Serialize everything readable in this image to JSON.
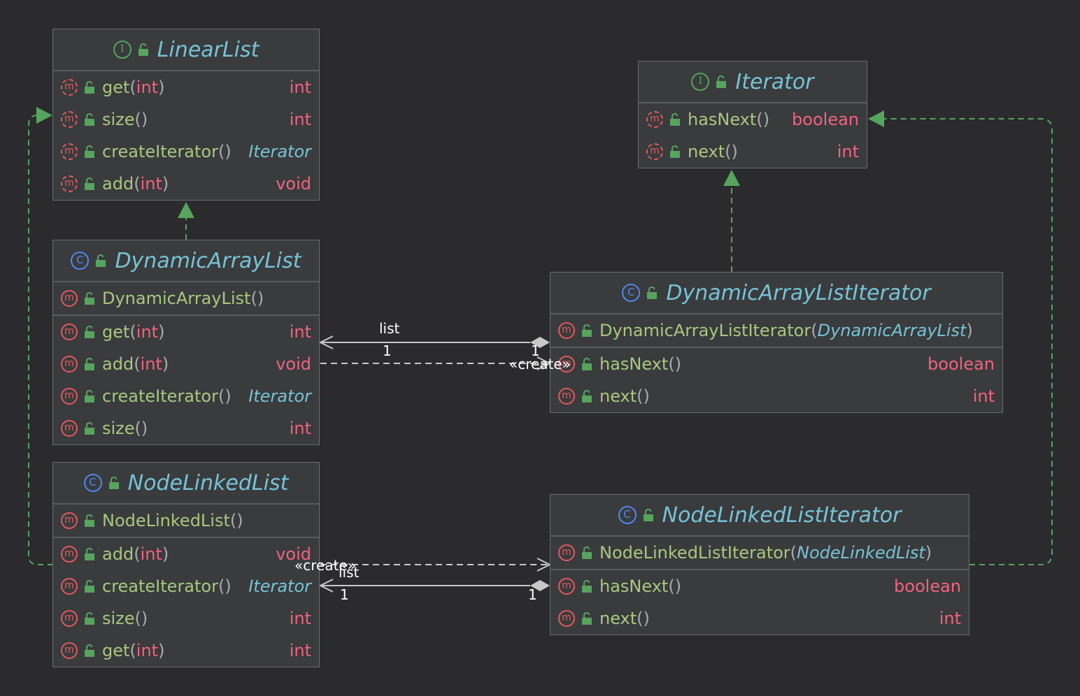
{
  "colors": {
    "background": "#2b2b2d",
    "class_name": "#76c3d6",
    "method_name": "#a8c87f",
    "primitive_type": "#f0637e",
    "method_icon": "#e25a5e",
    "class_icon": "#4e88f0",
    "interface_icon": "#56a45d",
    "implements_edge": "#56a45d",
    "association_edge": "#c9c9c9"
  },
  "boxes": {
    "linearlist": {
      "kind": "interface",
      "icon_letter": "I",
      "name": "LinearList",
      "sections": [
        [
          {
            "icon": "abstract-method",
            "name": "get",
            "open": "(",
            "param": "int",
            "param_kind": "primitive",
            "close": ")",
            "type": "int",
            "type_kind": "primitive"
          },
          {
            "icon": "abstract-method",
            "name": "size",
            "open": "(",
            "param": "",
            "param_kind": "primitive",
            "close": ")",
            "type": "int",
            "type_kind": "primitive"
          },
          {
            "icon": "abstract-method",
            "name": "createIterator",
            "open": "(",
            "param": "",
            "param_kind": "primitive",
            "close": ")",
            "type": "Iterator",
            "type_kind": "class"
          },
          {
            "icon": "abstract-method",
            "name": "add",
            "open": "(",
            "param": "int",
            "param_kind": "primitive",
            "close": ")",
            "type": "void",
            "type_kind": "primitive"
          }
        ]
      ]
    },
    "iterator": {
      "kind": "interface",
      "icon_letter": "I",
      "name": "Iterator",
      "sections": [
        [
          {
            "icon": "abstract-method",
            "name": "hasNext",
            "open": "(",
            "param": "",
            "param_kind": "primitive",
            "close": ")",
            "type": "boolean",
            "type_kind": "primitive"
          },
          {
            "icon": "abstract-method",
            "name": "next",
            "open": "(",
            "param": "",
            "param_kind": "primitive",
            "close": ")",
            "type": "int",
            "type_kind": "primitive"
          }
        ]
      ]
    },
    "dynamicarraylist": {
      "kind": "class",
      "icon_letter": "C",
      "name": "DynamicArrayList",
      "sections": [
        [
          {
            "icon": "method",
            "name": "DynamicArrayList",
            "open": "(",
            "param": "",
            "param_kind": "primitive",
            "close": ")",
            "type": "",
            "type_kind": "primitive"
          }
        ],
        [
          {
            "icon": "method",
            "name": "get",
            "open": "(",
            "param": "int",
            "param_kind": "primitive",
            "close": ")",
            "type": "int",
            "type_kind": "primitive"
          },
          {
            "icon": "method",
            "name": "add",
            "open": "(",
            "param": "int",
            "param_kind": "primitive",
            "close": ")",
            "type": "void",
            "type_kind": "primitive"
          },
          {
            "icon": "method",
            "name": "createIterator",
            "open": "(",
            "param": "",
            "param_kind": "primitive",
            "close": ")",
            "type": "Iterator",
            "type_kind": "class"
          },
          {
            "icon": "method",
            "name": "size",
            "open": "(",
            "param": "",
            "param_kind": "primitive",
            "close": ")",
            "type": "int",
            "type_kind": "primitive"
          }
        ]
      ]
    },
    "dynamicarraylistiterator": {
      "kind": "class",
      "icon_letter": "C",
      "name": "DynamicArrayListIterator",
      "sections": [
        [
          {
            "icon": "method",
            "name": "DynamicArrayListIterator",
            "open": "(",
            "param": "DynamicArrayList",
            "param_kind": "class",
            "close": ")",
            "type": "",
            "type_kind": "primitive"
          }
        ],
        [
          {
            "icon": "method",
            "name": "hasNext",
            "open": "(",
            "param": "",
            "param_kind": "primitive",
            "close": ")",
            "type": "boolean",
            "type_kind": "primitive"
          },
          {
            "icon": "method",
            "name": "next",
            "open": "(",
            "param": "",
            "param_kind": "primitive",
            "close": ")",
            "type": "int",
            "type_kind": "primitive"
          }
        ]
      ]
    },
    "nodelinkedlist": {
      "kind": "class",
      "icon_letter": "C",
      "name": "NodeLinkedList",
      "sections": [
        [
          {
            "icon": "method",
            "name": "NodeLinkedList",
            "open": "(",
            "param": "",
            "param_kind": "primitive",
            "close": ")",
            "type": "",
            "type_kind": "primitive"
          }
        ],
        [
          {
            "icon": "method",
            "name": "add",
            "open": "(",
            "param": "int",
            "param_kind": "primitive",
            "close": ")",
            "type": "void",
            "type_kind": "primitive"
          },
          {
            "icon": "method",
            "name": "createIterator",
            "open": "(",
            "param": "",
            "param_kind": "primitive",
            "close": ")",
            "type": "Iterator",
            "type_kind": "class"
          },
          {
            "icon": "method",
            "name": "size",
            "open": "(",
            "param": "",
            "param_kind": "primitive",
            "close": ")",
            "type": "int",
            "type_kind": "primitive"
          },
          {
            "icon": "method",
            "name": "get",
            "open": "(",
            "param": "int",
            "param_kind": "primitive",
            "close": ")",
            "type": "int",
            "type_kind": "primitive"
          }
        ]
      ]
    },
    "nodelinkedlistiterator": {
      "kind": "class",
      "icon_letter": "C",
      "name": "NodeLinkedListIterator",
      "sections": [
        [
          {
            "icon": "method",
            "name": "NodeLinkedListIterator",
            "open": "(",
            "param": "NodeLinkedList",
            "param_kind": "class",
            "close": ")",
            "type": "",
            "type_kind": "primitive"
          }
        ],
        [
          {
            "icon": "method",
            "name": "hasNext",
            "open": "(",
            "param": "",
            "param_kind": "primitive",
            "close": ")",
            "type": "boolean",
            "type_kind": "primitive"
          },
          {
            "icon": "method",
            "name": "next",
            "open": "(",
            "param": "",
            "param_kind": "primitive",
            "close": ")",
            "type": "int",
            "type_kind": "primitive"
          }
        ]
      ]
    }
  },
  "method_icon_letter": "m",
  "edges": [
    {
      "id": "dal-implements-linearlist",
      "kind": "implements",
      "from": "DynamicArrayList",
      "to": "LinearList"
    },
    {
      "id": "nll-implements-linearlist",
      "kind": "implements",
      "from": "NodeLinkedList",
      "to": "LinearList"
    },
    {
      "id": "dali-implements-iterator",
      "kind": "implements",
      "from": "DynamicArrayListIterator",
      "to": "Iterator"
    },
    {
      "id": "nlli-implements-iterator",
      "kind": "implements",
      "from": "NodeLinkedListIterator",
      "to": "Iterator"
    },
    {
      "id": "dali-list-dal",
      "kind": "composition",
      "from": "DynamicArrayListIterator",
      "to": "DynamicArrayList",
      "role": "list",
      "mult_from": "1",
      "mult_to": "1"
    },
    {
      "id": "dal-creates-dali",
      "kind": "create",
      "from": "DynamicArrayList",
      "to": "DynamicArrayListIterator",
      "label": "«create»"
    },
    {
      "id": "nll-creates-nlli",
      "kind": "create",
      "from": "NodeLinkedList",
      "to": "NodeLinkedListIterator",
      "label": "«create»"
    },
    {
      "id": "nlli-list-nll",
      "kind": "composition",
      "from": "NodeLinkedListIterator",
      "to": "NodeLinkedList",
      "role": "list",
      "mult_from": "1",
      "mult_to": "1"
    }
  ]
}
